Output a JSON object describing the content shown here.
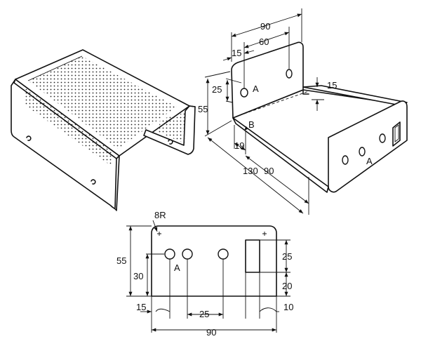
{
  "labels": {
    "cover": {},
    "chassis": {
      "dim_top_width": "90",
      "dim_hole_spacing": "60",
      "dim_hole_offset": "15",
      "dim_hole_height": "25",
      "dim_side_height": "55",
      "dim_flange": "15",
      "dim_rear_offset": "19",
      "dim_length": "130",
      "dim_depth": "90",
      "hole_label_1": "A",
      "hole_label_2": "A",
      "edge_label": "B"
    },
    "panel": {
      "radius": "8R",
      "dim_height": "55",
      "dim_hole_height": "30",
      "dim_left_offset": "15",
      "dim_hole_spacing": "25",
      "dim_right_offset": "10",
      "dim_width": "90",
      "dim_slot_height": "25",
      "dim_slot_bottom": "20",
      "hole_label": "A"
    }
  }
}
